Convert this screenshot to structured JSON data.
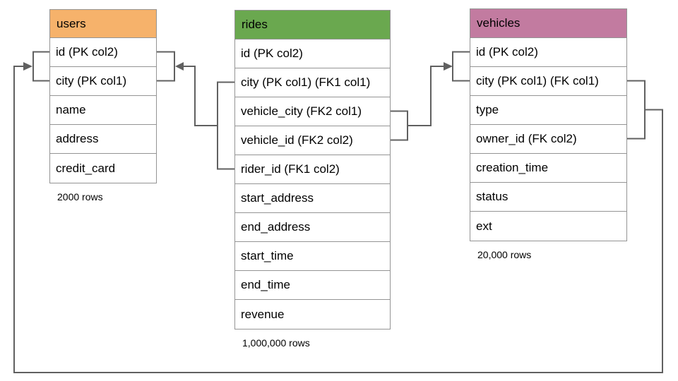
{
  "diagram": {
    "tables": [
      {
        "name": "users",
        "header_color": "#f6b26b",
        "rows": [
          "id (PK col2)",
          "city (PK col1)",
          "name",
          "address",
          "credit_card"
        ],
        "row_count_label": "2000 rows"
      },
      {
        "name": "rides",
        "header_color": "#6aa84f",
        "rows": [
          "id (PK col2)",
          "city (PK col1) (FK1 col1)",
          "vehicle_city (FK2 col1)",
          "vehicle_id (FK2 col2)",
          "rider_id (FK1 col2)",
          "start_address",
          "end_address",
          "start_time",
          "end_time",
          "revenue"
        ],
        "row_count_label": "1,000,000 rows"
      },
      {
        "name": "vehicles",
        "header_color": "#c27ba0",
        "rows": [
          "id (PK col2)",
          "city (PK col1) (FK col1)",
          "type",
          "owner_id (FK col2)",
          "creation_time",
          "status",
          "ext"
        ],
        "row_count_label": "20,000 rows"
      }
    ],
    "relationships": [
      {
        "from_table": "rides",
        "from_columns": [
          "city",
          "rider_id"
        ],
        "to_table": "users",
        "to_columns": [
          "id",
          "city"
        ]
      },
      {
        "from_table": "rides",
        "from_columns": [
          "vehicle_city",
          "vehicle_id"
        ],
        "to_table": "vehicles",
        "to_columns": [
          "id",
          "city"
        ]
      },
      {
        "from_table": "vehicles",
        "from_columns": [
          "city",
          "owner_id"
        ],
        "to_table": "users",
        "to_columns": [
          "id",
          "city"
        ]
      }
    ],
    "colors": {
      "connector": "#606060",
      "table_border": "#949494",
      "background": "#ffffff",
      "text": "#000000"
    }
  }
}
